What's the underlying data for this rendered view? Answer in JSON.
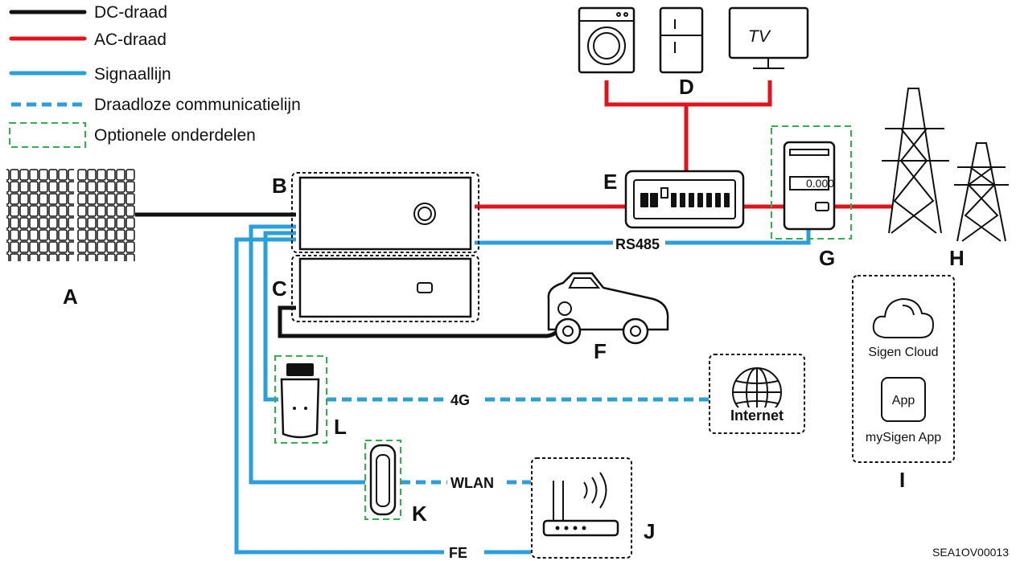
{
  "legend": {
    "dc": "DC-draad",
    "ac": "AC-draad",
    "signal": "Signaallijn",
    "wireless": "Draadloze communicatielijn",
    "optional": "Optionele onderdelen"
  },
  "letters": {
    "a": "A",
    "b": "B",
    "c": "C",
    "d": "D",
    "e": "E",
    "f": "F",
    "g": "G",
    "h": "H",
    "i": "I",
    "j": "J",
    "k": "K",
    "l": "L"
  },
  "lines": {
    "rs485": "RS485",
    "g4": "4G",
    "wlan": "WLAN",
    "fe": "FE"
  },
  "devices": {
    "internet": "Internet",
    "sigen_cloud": "Sigen Cloud",
    "app_icon": "App",
    "mysigen_app": "mySigen App",
    "tv_text": "TV",
    "meter_reading": "0.000"
  },
  "figure_code": "SEA1OV00013",
  "colors": {
    "dc_wire": "#111111",
    "ac_wire": "#e1141e",
    "signal_line": "#2a9fdc",
    "optional_box": "#2db34a"
  }
}
